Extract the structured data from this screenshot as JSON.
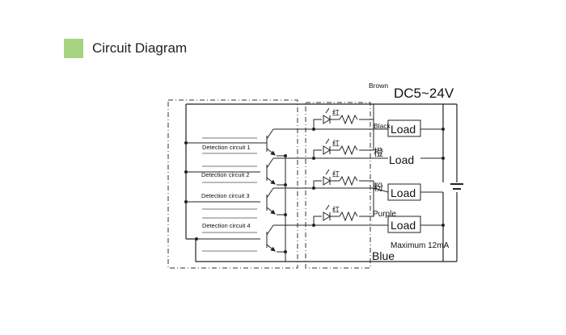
{
  "header": {
    "title": "Circuit Diagram"
  },
  "supply": {
    "brown_label": "Brown",
    "voltage_label": "DC5~24V",
    "blue_label": "Blue",
    "max_current_label": "Maximum 12mA"
  },
  "detection_circuits": [
    "Detection circuit 1",
    "Detection circuit 2",
    "Detection circuit 3",
    "Detection circuit 4"
  ],
  "led_label": "红",
  "outputs": [
    {
      "wire_label": "Black",
      "load_label": "Load"
    },
    {
      "wire_label": "橙",
      "load_label": "Load"
    },
    {
      "wire_label": "粉",
      "load_label": "Load"
    },
    {
      "wire_label": "Purple",
      "load_label": "Load"
    }
  ],
  "colors": {
    "accent_square": "#a6d480",
    "line": "#222222"
  }
}
